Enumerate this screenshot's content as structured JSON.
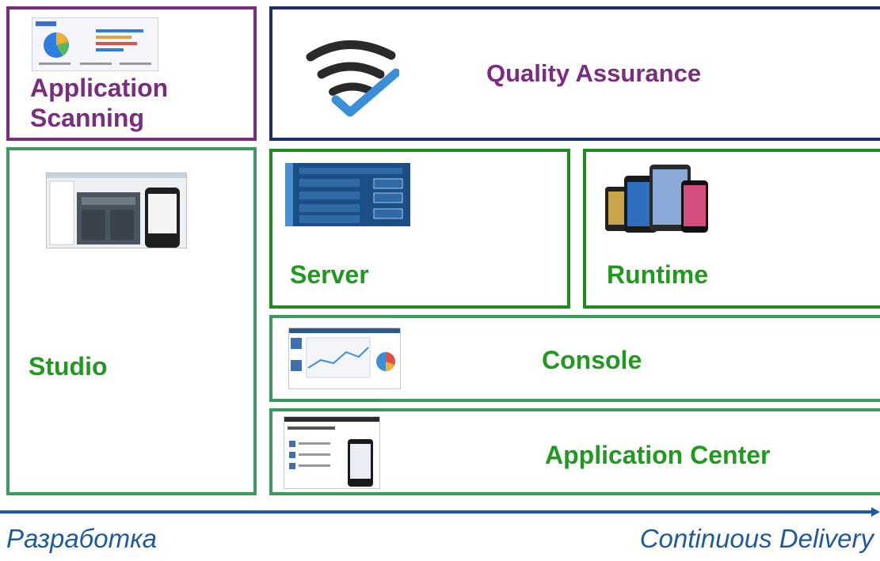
{
  "blocks": {
    "application_scanning": {
      "label_line1": "Application",
      "label_line2": "Scanning"
    },
    "quality_assurance": {
      "label": "Quality Assurance"
    },
    "studio": {
      "label": "Studio"
    },
    "server": {
      "label": "Server"
    },
    "runtime": {
      "label": "Runtime"
    },
    "console": {
      "label": "Console"
    },
    "application_center": {
      "label": "Application Center"
    }
  },
  "axis": {
    "left_label": "Разработка",
    "right_label": "Continuous Delivery"
  },
  "colors": {
    "green_border": "#3c9a5f",
    "dark_green_border": "#1e8c1e",
    "purple_border": "#7b2b80",
    "navy_border": "#1b2f6b",
    "green_text": "#1f9a1f",
    "purple_text": "#7b2b80",
    "axis": "#1e5a9e"
  }
}
